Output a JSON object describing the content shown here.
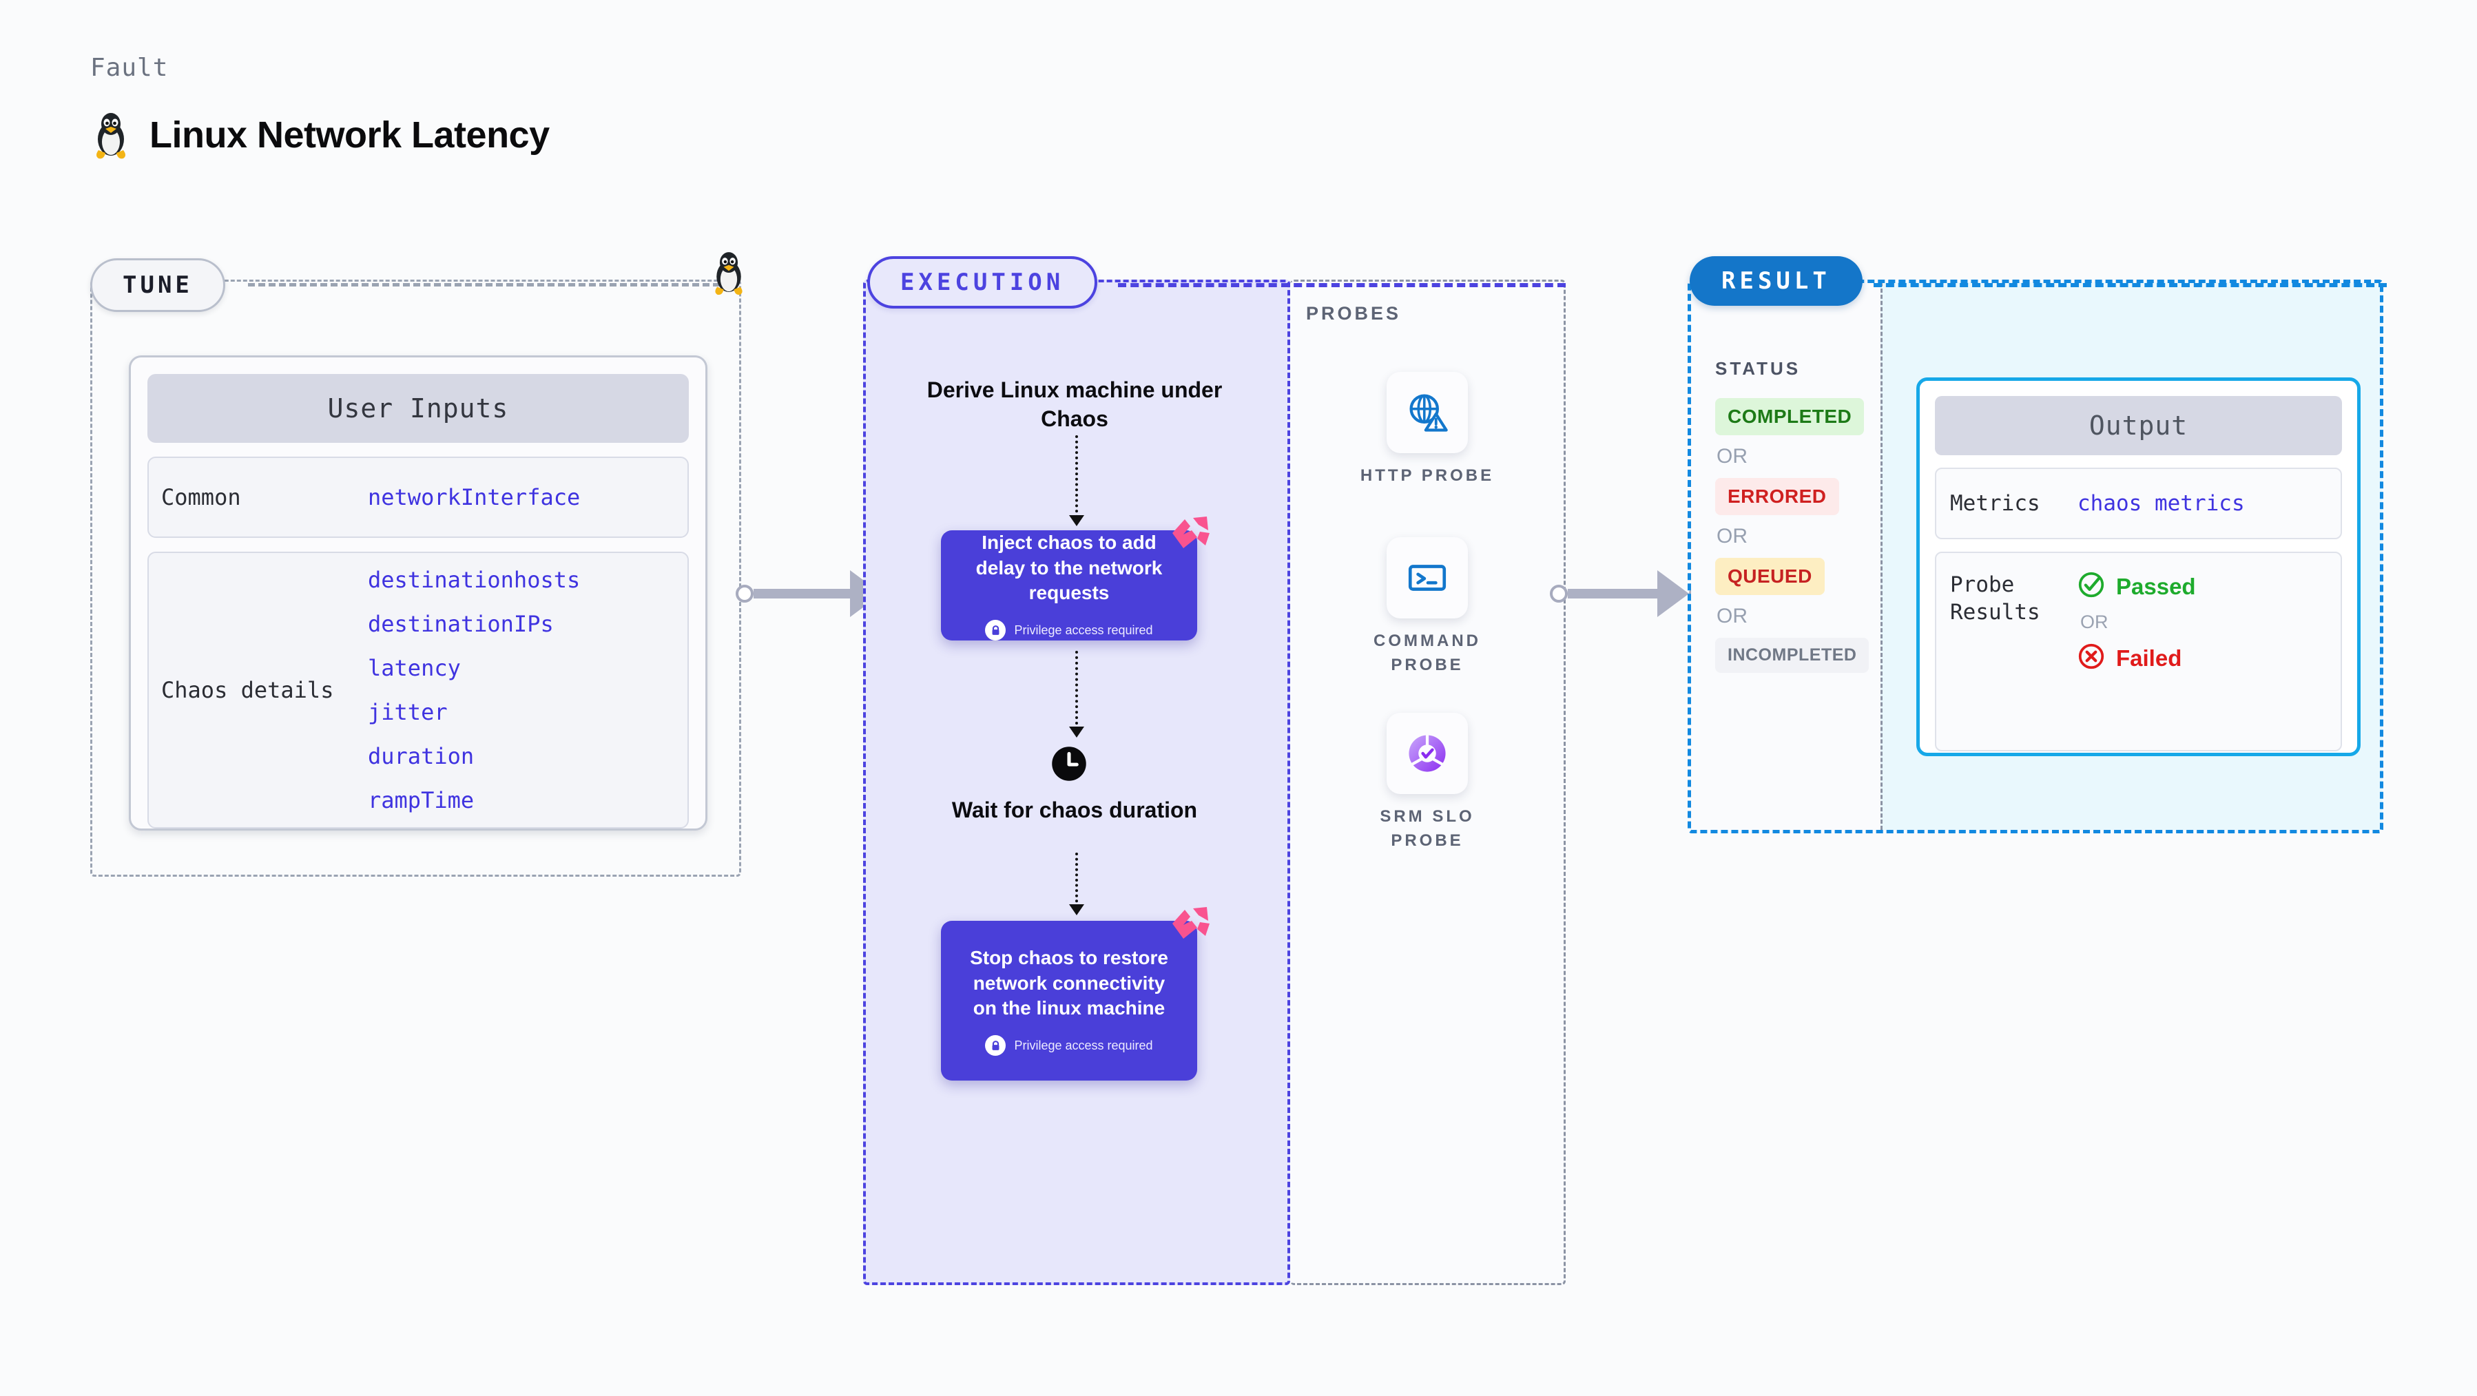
{
  "header": {
    "kicker": "Fault",
    "title": "Linux Network Latency",
    "icon": "linux-penguin-icon"
  },
  "tune": {
    "pill_label": "TUNE",
    "penguin_icon": "linux-penguin-icon",
    "card": {
      "heading": "User Inputs",
      "rows": [
        {
          "label": "Common",
          "values": [
            "networkInterface"
          ]
        },
        {
          "label": "Chaos details",
          "values": [
            "destinationhosts",
            "destinationIPs",
            "latency",
            "jitter",
            "duration",
            "rampTime"
          ]
        }
      ]
    }
  },
  "execution": {
    "pill_label": "EXECUTION",
    "steps": [
      {
        "kind": "text",
        "label": "Derive Linux machine under Chaos"
      },
      {
        "kind": "chaos-card",
        "label": "Inject chaos to add delay to the network requests",
        "privilege": "Privilege access required",
        "badge_icon": "harness-logo-icon",
        "lock_icon": "lock-icon"
      },
      {
        "kind": "clock",
        "icon": "clock-icon",
        "label": "Wait for chaos duration"
      },
      {
        "kind": "chaos-card",
        "label": "Stop chaos to restore network connectivity on the linux machine",
        "privilege": "Privilege access required",
        "badge_icon": "harness-logo-icon",
        "lock_icon": "lock-icon"
      }
    ]
  },
  "probes": {
    "section_label": "PROBES",
    "items": [
      {
        "label": "HTTP PROBE",
        "icon": "globe-warning-icon"
      },
      {
        "label": "COMMAND PROBE",
        "icon": "terminal-icon"
      },
      {
        "label": "SRM SLO PROBE",
        "icon": "slo-donut-check-icon"
      }
    ]
  },
  "result": {
    "pill_label": "RESULT",
    "status_label": "STATUS",
    "or_text": "OR",
    "statuses": [
      {
        "text": "COMPLETED",
        "bg": "#ddf6da",
        "fg": "#1d7a17"
      },
      {
        "text": "ERRORED",
        "bg": "#fdeaea",
        "fg": "#cf2020"
      },
      {
        "text": "QUEUED",
        "bg": "#fdeec2",
        "fg": "#c62222"
      },
      {
        "text": "INCOMPLETED",
        "bg": "#f1f2f6",
        "fg": "#707886"
      }
    ],
    "output": {
      "heading": "Output",
      "metrics_label": "Metrics",
      "metrics_value": "chaos metrics",
      "probe_results_label": "Probe Results",
      "passed_text": "Passed",
      "failed_text": "Failed",
      "or_text": "OR",
      "passed_icon": "check-circle-icon",
      "failed_icon": "x-circle-icon",
      "passed_color": "#1eab2d",
      "failed_color": "#e01b1b"
    }
  },
  "colors": {
    "execution_accent": "#4c43e0",
    "result_accent": "#1289e0",
    "tune_accent": "#9aa3b2",
    "param_value": "#3f33e0",
    "chaos_card": "#4a3fd9",
    "harness_pink": "#f9538f"
  }
}
